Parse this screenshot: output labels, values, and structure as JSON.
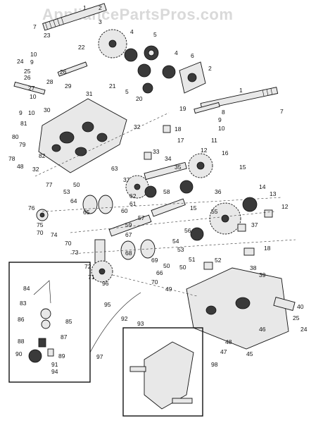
{
  "watermark": "AppliancePartsPros.com",
  "callouts": [
    {
      "id": "c1a",
      "text": "1"
    },
    {
      "id": "c2a",
      "text": "2"
    },
    {
      "id": "c3",
      "text": "3"
    },
    {
      "id": "c4a",
      "text": "4"
    },
    {
      "id": "c4b",
      "text": "4"
    },
    {
      "id": "c5a",
      "text": "5"
    },
    {
      "id": "c5b",
      "text": "5"
    },
    {
      "id": "c6",
      "text": "6"
    },
    {
      "id": "c7a",
      "text": "7"
    },
    {
      "id": "c7b",
      "text": "7"
    },
    {
      "id": "c2b",
      "text": "2"
    },
    {
      "id": "c1b",
      "text": "1"
    },
    {
      "id": "c8",
      "text": "8"
    },
    {
      "id": "c9a",
      "text": "9"
    },
    {
      "id": "c10a",
      "text": "10"
    },
    {
      "id": "c9b",
      "text": "9"
    },
    {
      "id": "c10b",
      "text": "10"
    },
    {
      "id": "c11",
      "text": "11"
    },
    {
      "id": "c18a",
      "text": "18"
    },
    {
      "id": "c19",
      "text": "19"
    },
    {
      "id": "c20",
      "text": "20"
    },
    {
      "id": "c21",
      "text": "21"
    },
    {
      "id": "c22",
      "text": "22"
    },
    {
      "id": "c23",
      "text": "23"
    },
    {
      "id": "c24a",
      "text": "24"
    },
    {
      "id": "c25a",
      "text": "25"
    },
    {
      "id": "c26a",
      "text": "26"
    },
    {
      "id": "c26b",
      "text": "26"
    },
    {
      "id": "c27",
      "text": "27"
    },
    {
      "id": "c28",
      "text": "28"
    },
    {
      "id": "c29",
      "text": "29"
    },
    {
      "id": "c30",
      "text": "30"
    },
    {
      "id": "c31",
      "text": "31"
    },
    {
      "id": "c32a",
      "text": "32"
    },
    {
      "id": "c32b",
      "text": "32"
    },
    {
      "id": "c10c",
      "text": "10"
    },
    {
      "id": "c9c",
      "text": "9"
    },
    {
      "id": "c10d",
      "text": "10"
    },
    {
      "id": "c80",
      "text": "80"
    },
    {
      "id": "c79",
      "text": "79"
    },
    {
      "id": "c78",
      "text": "78"
    },
    {
      "id": "c81",
      "text": "81"
    },
    {
      "id": "c82",
      "text": "82"
    },
    {
      "id": "c48a",
      "text": "48"
    },
    {
      "id": "c17",
      "text": "17"
    },
    {
      "id": "c12a",
      "text": "12"
    },
    {
      "id": "c16",
      "text": "16"
    },
    {
      "id": "c33",
      "text": "33"
    },
    {
      "id": "c34",
      "text": "34"
    },
    {
      "id": "c35",
      "text": "35"
    },
    {
      "id": "c15a",
      "text": "15"
    },
    {
      "id": "c14",
      "text": "14"
    },
    {
      "id": "c13",
      "text": "13"
    },
    {
      "id": "c63",
      "text": "63"
    },
    {
      "id": "c37a",
      "text": "37"
    },
    {
      "id": "c36",
      "text": "36"
    },
    {
      "id": "c62",
      "text": "62"
    },
    {
      "id": "c58",
      "text": "58"
    },
    {
      "id": "c77",
      "text": "77"
    },
    {
      "id": "c53a",
      "text": "53"
    },
    {
      "id": "c50a",
      "text": "50"
    },
    {
      "id": "c64",
      "text": "64"
    },
    {
      "id": "c65",
      "text": "65"
    },
    {
      "id": "c60",
      "text": "60"
    },
    {
      "id": "c61",
      "text": "61"
    },
    {
      "id": "c15b",
      "text": "15"
    },
    {
      "id": "c55",
      "text": "55"
    },
    {
      "id": "c12b",
      "text": "12"
    },
    {
      "id": "c57",
      "text": "57"
    },
    {
      "id": "c76",
      "text": "76"
    },
    {
      "id": "c75",
      "text": "75"
    },
    {
      "id": "c70a",
      "text": "70"
    },
    {
      "id": "c74",
      "text": "74"
    },
    {
      "id": "c59",
      "text": "59"
    },
    {
      "id": "c56",
      "text": "56"
    },
    {
      "id": "c37b",
      "text": "37"
    },
    {
      "id": "c67",
      "text": "67"
    },
    {
      "id": "c70b",
      "text": "70"
    },
    {
      "id": "c54",
      "text": "54"
    },
    {
      "id": "c73",
      "text": "73"
    },
    {
      "id": "c53b",
      "text": "53"
    },
    {
      "id": "c18b",
      "text": "18"
    },
    {
      "id": "c68",
      "text": "68"
    },
    {
      "id": "c72",
      "text": "72"
    },
    {
      "id": "c69",
      "text": "69"
    },
    {
      "id": "c50b",
      "text": "50"
    },
    {
      "id": "c51",
      "text": "51"
    },
    {
      "id": "c52",
      "text": "52"
    },
    {
      "id": "c38",
      "text": "38"
    },
    {
      "id": "c71",
      "text": "71"
    },
    {
      "id": "c66",
      "text": "66"
    },
    {
      "id": "c50c",
      "text": "50"
    },
    {
      "id": "c39",
      "text": "39"
    },
    {
      "id": "c70c",
      "text": "70"
    },
    {
      "id": "c49",
      "text": "49"
    },
    {
      "id": "c96",
      "text": "96"
    },
    {
      "id": "c95",
      "text": "95"
    },
    {
      "id": "c92",
      "text": "92"
    },
    {
      "id": "c93",
      "text": "93"
    },
    {
      "id": "c40",
      "text": "40"
    },
    {
      "id": "c84",
      "text": "84"
    },
    {
      "id": "c83",
      "text": "83"
    },
    {
      "id": "c86",
      "text": "86"
    },
    {
      "id": "c85",
      "text": "85"
    },
    {
      "id": "c87",
      "text": "87"
    },
    {
      "id": "c88",
      "text": "88"
    },
    {
      "id": "c89",
      "text": "89"
    },
    {
      "id": "c90",
      "text": "90"
    },
    {
      "id": "c91",
      "text": "91"
    },
    {
      "id": "c94",
      "text": "94"
    },
    {
      "id": "c97",
      "text": "97"
    },
    {
      "id": "c46",
      "text": "46"
    },
    {
      "id": "c48b",
      "text": "48"
    },
    {
      "id": "c47",
      "text": "47"
    },
    {
      "id": "c45",
      "text": "45"
    },
    {
      "id": "c25b",
      "text": "25"
    },
    {
      "id": "c24b",
      "text": "24"
    },
    {
      "id": "c98",
      "text": "98"
    }
  ]
}
